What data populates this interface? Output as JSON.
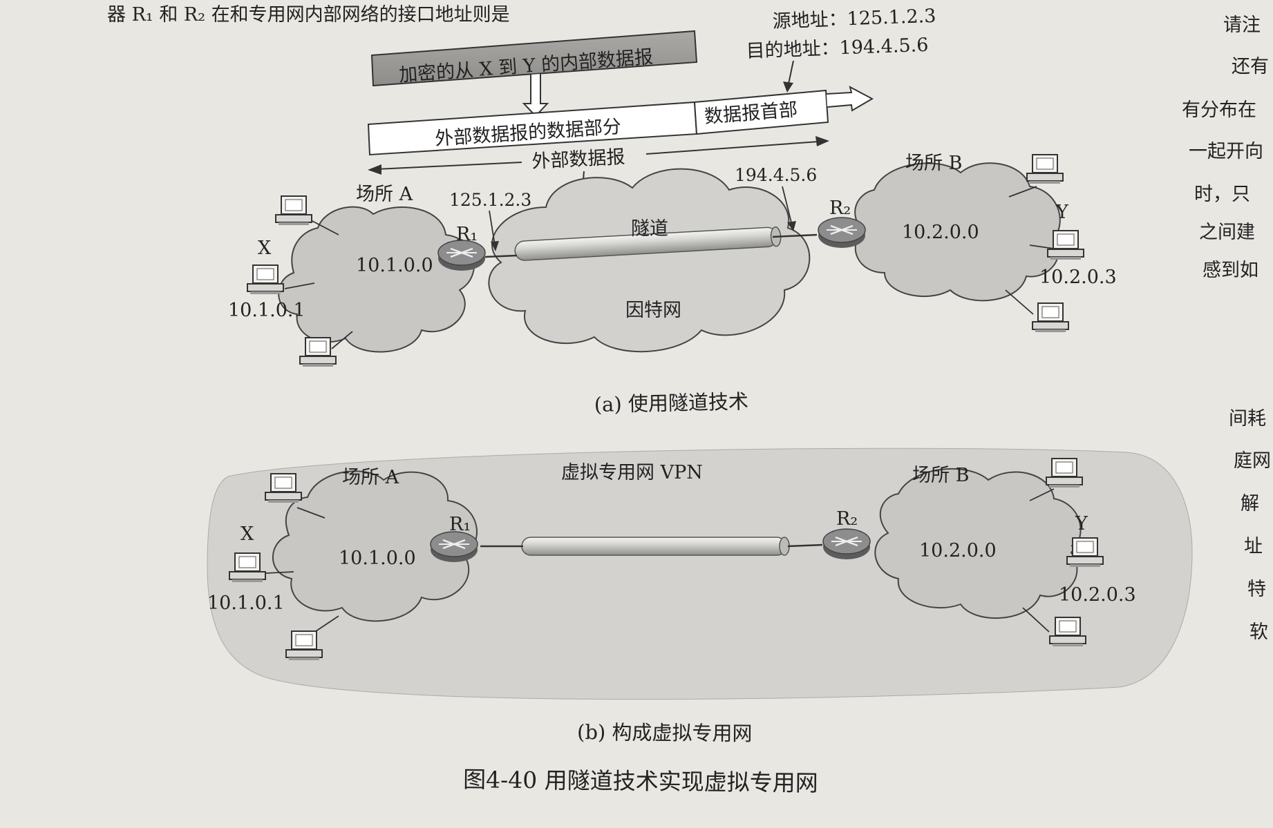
{
  "header_fragment": "器 R₁ 和 R₂ 在和专用网内部网络的接口地址则是",
  "side_text": [
    "请注",
    "还有",
    "有分布在",
    "一起开向",
    "时，只",
    "之间建",
    "感到如",
    "间耗",
    "庭网",
    "解",
    "址",
    "特",
    "软"
  ],
  "diagram_a": {
    "inner_packet": "加密的从 X 到 Y 的内部数据报",
    "outer_data": "外部数据报的数据部分",
    "outer_header": "数据报首部",
    "outer_packet": "外部数据报",
    "src_addr": "源地址：125.1.2.3",
    "dst_addr": "目的地址：194.4.5.6",
    "site_a": "场所 A",
    "site_b": "场所 B",
    "net_a": "10.1.0.0",
    "net_b": "10.2.0.0",
    "host_x_label": "X",
    "host_x_addr": "10.1.0.1",
    "host_y_label": "Y",
    "host_y_addr": "10.2.0.3",
    "r1": "R₁",
    "r2": "R₂",
    "r1_addr": "125.1.2.3",
    "r2_addr": "194.4.5.6",
    "tunnel": "隧道",
    "internet": "因特网",
    "caption": "(a) 使用隧道技术"
  },
  "diagram_b": {
    "vpn": "虚拟专用网 VPN",
    "site_a": "场所 A",
    "site_b": "场所 B",
    "net_a": "10.1.0.0",
    "net_b": "10.2.0.0",
    "host_x_label": "X",
    "host_x_addr": "10.1.0.1",
    "host_y_label": "Y",
    "host_y_addr": "10.2.0.3",
    "r1": "R₁",
    "r2": "R₂",
    "caption": "(b) 构成虚拟专用网"
  },
  "figure_caption": "图4-40   用隧道技术实现虚拟专用网",
  "colors": {
    "paper": "#e9e7e2",
    "cloud": "#c9c8c5",
    "vpn_band": "#d3d2cf",
    "router": "#6d6d6d",
    "ink": "#222222"
  }
}
